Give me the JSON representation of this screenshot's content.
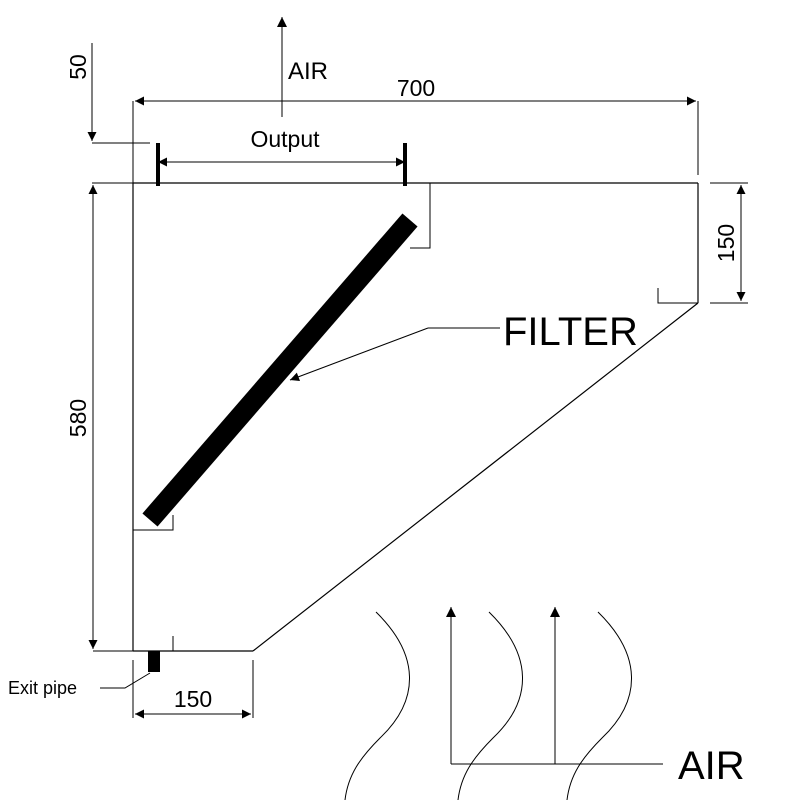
{
  "labels": {
    "air_top": "AIR",
    "output": "Output",
    "filter": "FILTER",
    "exit_pipe": "Exit pipe",
    "air_bottom": "AIR"
  },
  "dimensions": {
    "top_offset": "50",
    "overall_width": "700",
    "right_height": "150",
    "left_height": "580",
    "bottom_width": "150"
  }
}
